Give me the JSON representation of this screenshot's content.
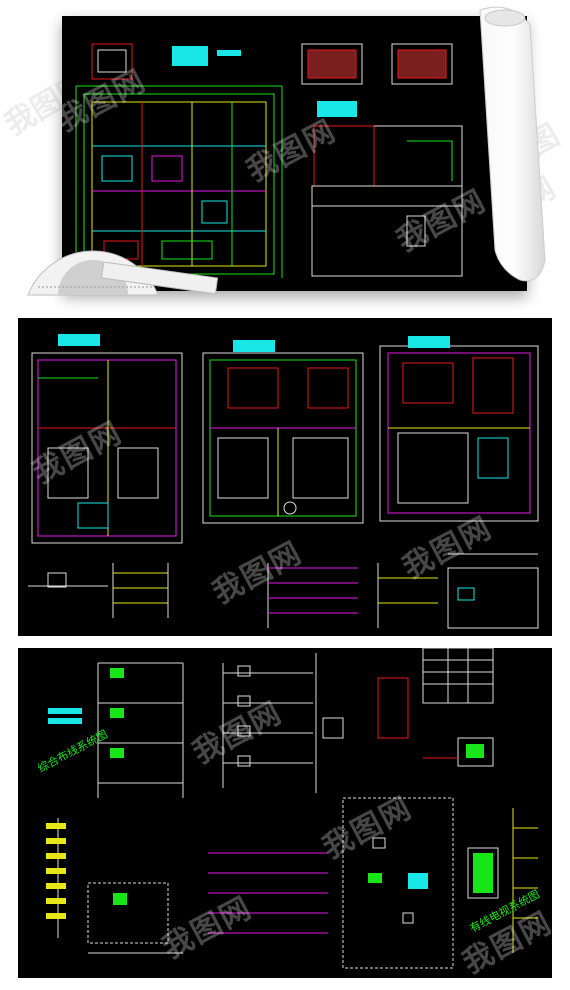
{
  "watermark": {
    "text": "我图网"
  },
  "labels": {
    "system_label_a": "综合布线系统图",
    "system_label_b": "有线电视系统图"
  },
  "colors": {
    "background": "#000000",
    "line_green": "#19e619",
    "line_cyan": "#19e6e6",
    "line_red": "#e61919",
    "line_magenta": "#e619e6",
    "line_yellow": "#e6e619",
    "line_white": "#dddddd"
  },
  "icons": [
    "drafting-protractor-icon",
    "rolled-paper-icon"
  ]
}
